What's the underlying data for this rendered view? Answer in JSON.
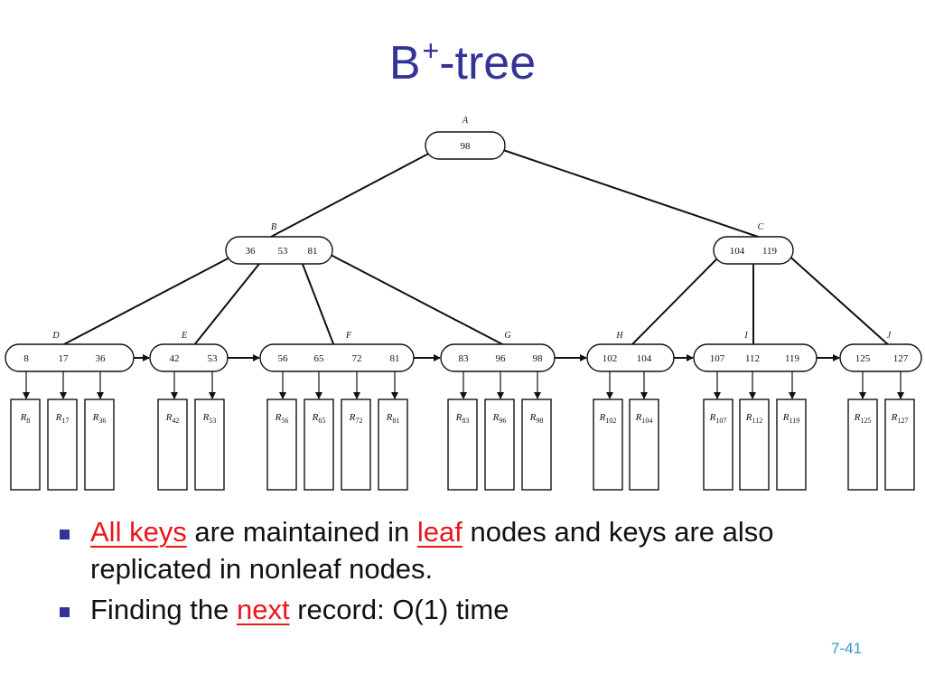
{
  "title": {
    "main": "B",
    "sup": "+",
    "rest": "-tree"
  },
  "tree": {
    "root": {
      "label": "A",
      "keys": [
        "98"
      ]
    },
    "internal": [
      {
        "label": "B",
        "keys": [
          "36",
          "53",
          "81"
        ]
      },
      {
        "label": "C",
        "keys": [
          "104",
          "119"
        ]
      }
    ],
    "leaves": [
      {
        "label": "D",
        "keys": [
          "8",
          "17",
          "36"
        ],
        "records": [
          [
            "R",
            "8"
          ],
          [
            "R",
            "17"
          ],
          [
            "R",
            "36"
          ]
        ]
      },
      {
        "label": "E",
        "keys": [
          "42",
          "53"
        ],
        "records": [
          [
            "R",
            "42"
          ],
          [
            "R",
            "53"
          ]
        ]
      },
      {
        "label": "F",
        "keys": [
          "56",
          "65",
          "72",
          "81"
        ],
        "records": [
          [
            "R",
            "56"
          ],
          [
            "R",
            "65"
          ],
          [
            "R",
            "72"
          ],
          [
            "R",
            "81"
          ]
        ]
      },
      {
        "label": "G",
        "keys": [
          "83",
          "96",
          "98"
        ],
        "records": [
          [
            "R",
            "83"
          ],
          [
            "R",
            "96"
          ],
          [
            "R",
            "98"
          ]
        ]
      },
      {
        "label": "H",
        "keys": [
          "102",
          "104"
        ],
        "records": [
          [
            "R",
            "102"
          ],
          [
            "R",
            "104"
          ]
        ]
      },
      {
        "label": "I",
        "keys": [
          "107",
          "112",
          "119"
        ],
        "records": [
          [
            "R",
            "107"
          ],
          [
            "R",
            "112"
          ],
          [
            "R",
            "119"
          ]
        ]
      },
      {
        "label": "J",
        "keys": [
          "125",
          "127"
        ],
        "records": [
          [
            "R",
            "125"
          ],
          [
            "R",
            "127"
          ]
        ]
      }
    ]
  },
  "bullets": [
    {
      "parts": [
        {
          "text": "All keys",
          "highlight": true
        },
        {
          "text": " are maintained in ",
          "highlight": false
        },
        {
          "text": "leaf",
          "highlight": true
        },
        {
          "text": " nodes and keys are also replicated in nonleaf nodes.",
          "highlight": false
        }
      ]
    },
    {
      "parts": [
        {
          "text": "Finding the ",
          "highlight": false
        },
        {
          "text": "next",
          "highlight": true
        },
        {
          "text": " record: O(1) time",
          "highlight": false
        }
      ]
    }
  ],
  "page_number": "7-41",
  "colors": {
    "title": "#333399",
    "highlight": "#e8171c",
    "bullet": "#333399",
    "page_number": "#3399cc"
  }
}
